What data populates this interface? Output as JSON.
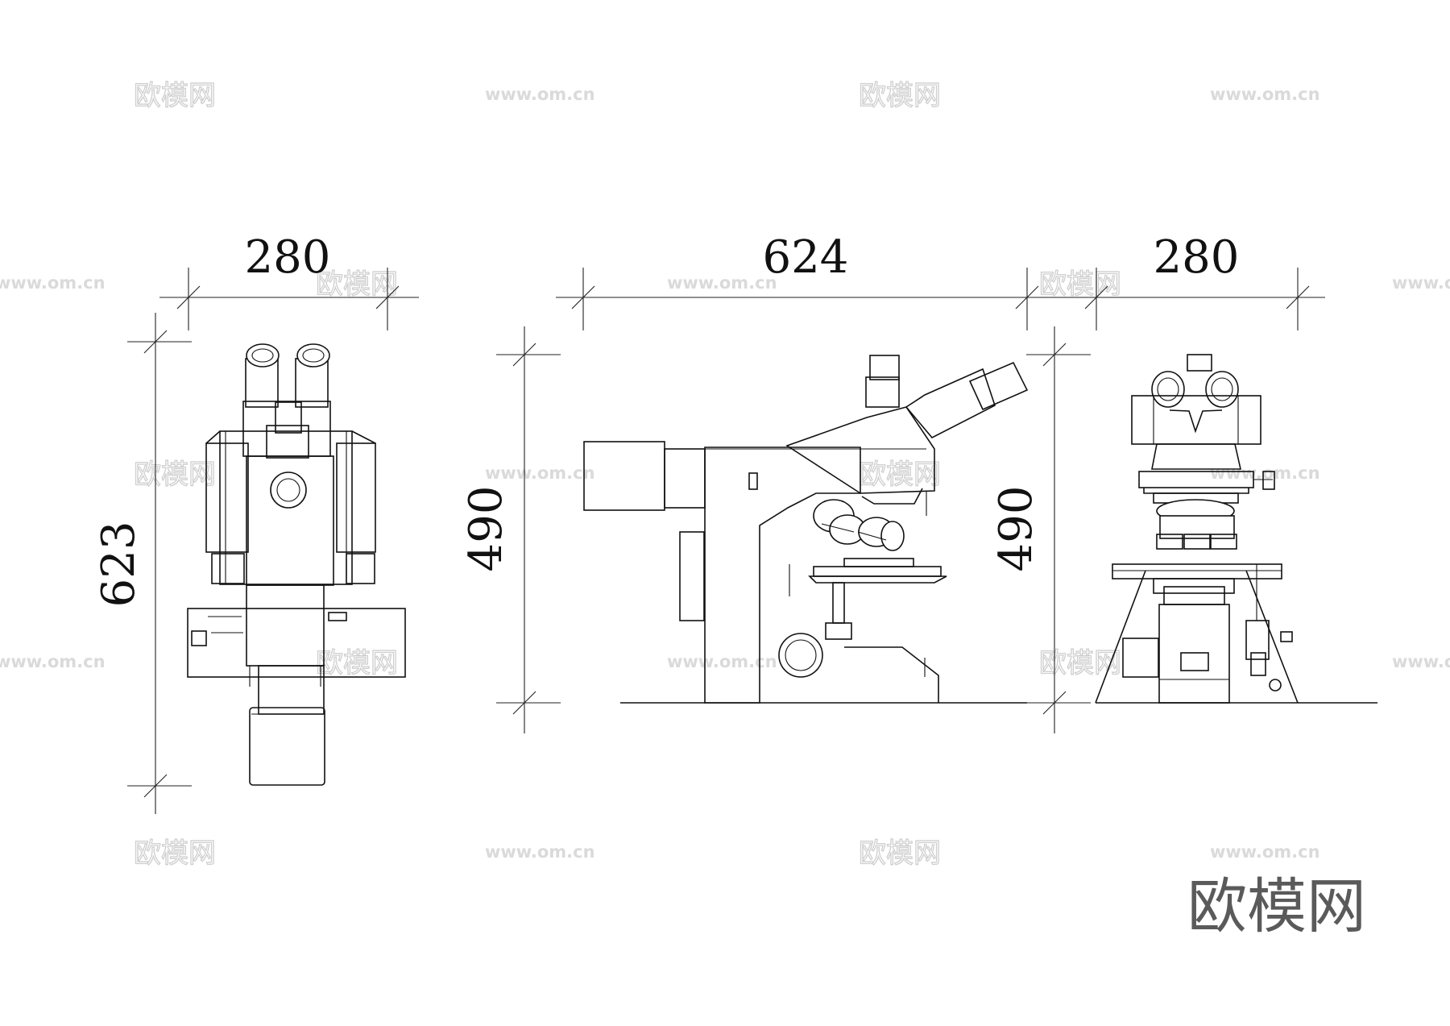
{
  "dimensions": {
    "top_view_width": "280",
    "top_view_height": "623",
    "side_view_width": "624",
    "side_view_height": "490",
    "front_view_width": "280",
    "front_view_height": "490"
  },
  "watermark": {
    "brand_text": "欧模网",
    "url_text": "www.om.cn"
  },
  "corner_logo": "欧模网"
}
